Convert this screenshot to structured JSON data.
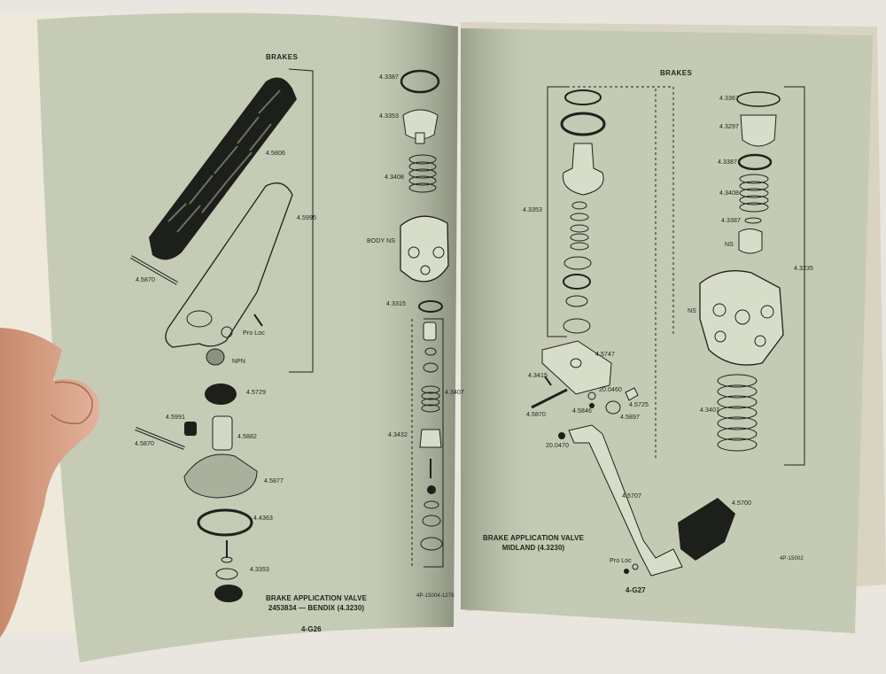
{
  "left_page": {
    "heading": "BRAKES",
    "part_labels": {
      "p4_5806": "4.5806",
      "p4_5995": "4.5995",
      "p4_5870_top": "4.5870",
      "pro_loc": "Pro Loc",
      "npn": "NPN",
      "p4_5729": "4.5729",
      "p4_5991": "4.5991",
      "p4_5882": "4.5882",
      "p4_5870_mid": "4.5870",
      "p4_5877": "4.5877",
      "p4_4363": "4.4363",
      "p4_3353_bottom": "4.3353",
      "p4_3387": "4.3387",
      "p4_3353_top": "4.3353",
      "p4_3408": "4.3408",
      "body_ns": "BODY NS",
      "p4_3315": "4.3315",
      "p4_3407": "4.3407",
      "p4_3432": "4.3432"
    },
    "caption_line1": "BRAKE APPLICATION VALVE",
    "caption_line2": "2453834 — BENDIX (4.3230)",
    "doc_code": "4P-15004-1276",
    "page_number": "4-G26"
  },
  "right_page": {
    "heading": "BRAKES",
    "part_labels": {
      "p4_3353": "4.3353",
      "p4_3367": "4.3367",
      "p4_3297": "4.3297",
      "p4_3387_a": "4.3387",
      "p4_3408": "4.3408",
      "p4_3387_b": "4.3387",
      "ns_small": "NS",
      "p4_3235": "4.3235",
      "ns_body": "NS",
      "p4_4747": "4.5747",
      "p4_3415": "4.3415",
      "p4_5870": "4.5870",
      "p20_0460": "20.0460",
      "p4_5725": "4.5725",
      "p4_5846": "4.5846",
      "p4_5897": "4.5897",
      "p4_3407": "4.3407",
      "p20_0470": "20.0470",
      "p4_5707": "4.5707",
      "p4_5700": "4.5700",
      "pro_loc": "Pro Loc"
    },
    "caption_line1": "BRAKE APPLICATION VALVE",
    "caption_line2": "MIDLAND (4.3230)",
    "doc_code": "4P-15002",
    "page_number": "4-G27"
  },
  "colors": {
    "paper": "#c5cbb5",
    "ink": "#1f221d",
    "backdrop": "#e9e6df",
    "skin": "#d9a487"
  }
}
